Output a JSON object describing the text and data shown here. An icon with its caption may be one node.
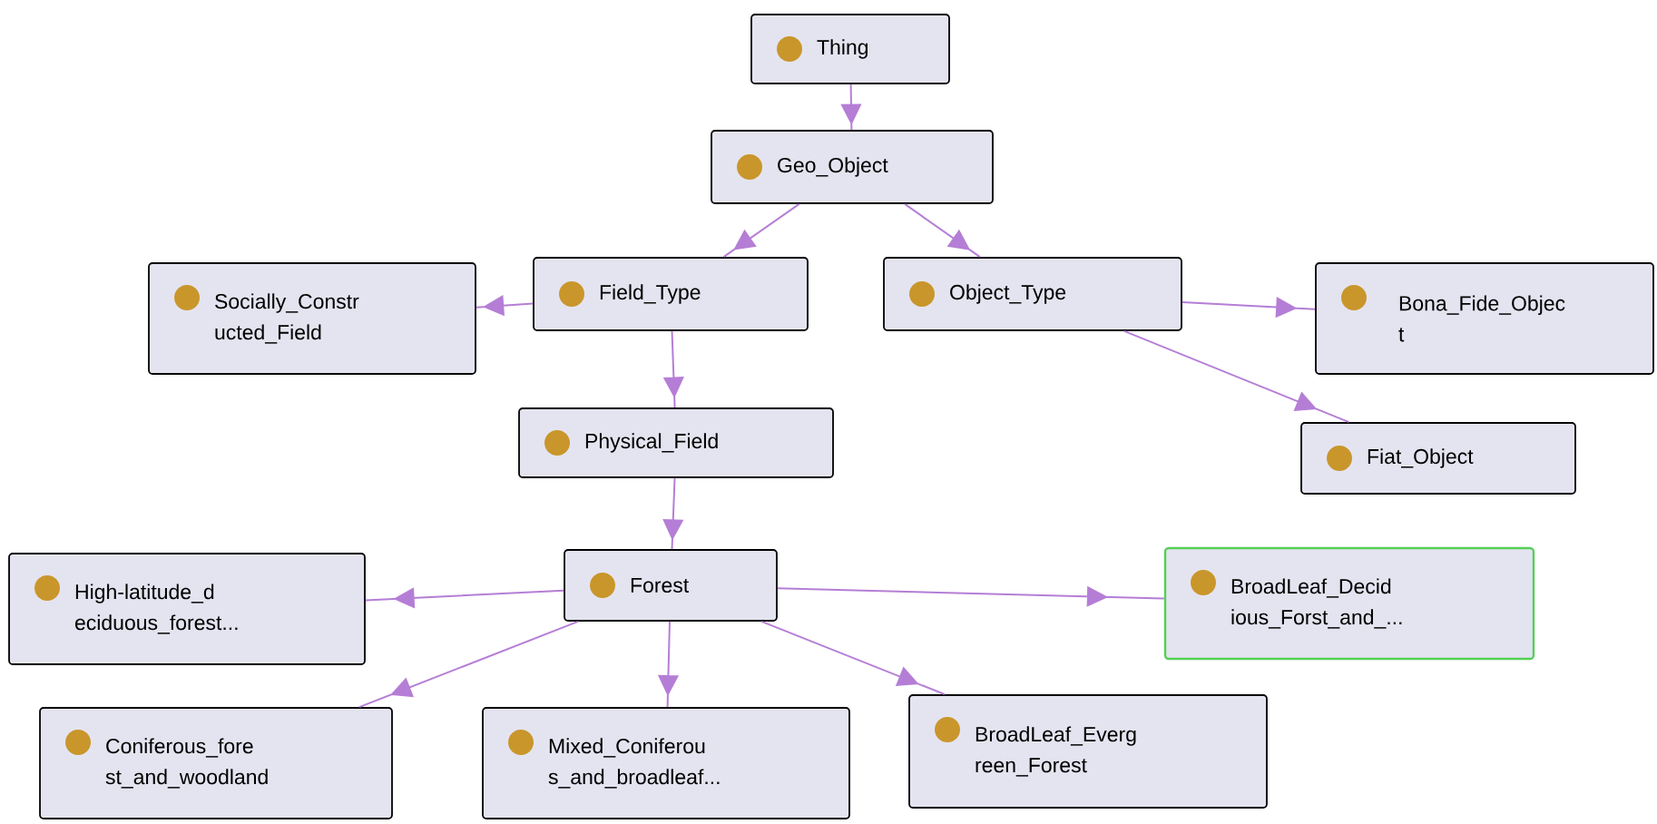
{
  "diagram": {
    "nodes": [
      {
        "text": [
          "Thing"
        ]
      },
      {
        "text": [
          "Geo_Object"
        ]
      },
      {
        "text": [
          "Socially_Constr ucted_Field"
        ]
      },
      {
        "text": [
          "Field_Type"
        ]
      },
      {
        "text": [
          "Object_Type"
        ]
      },
      {
        "text": [
          "Bona_Fide_Objec t"
        ]
      },
      {
        "text": [
          "Physical_Field"
        ]
      },
      {
        "text": [
          "Fiat_Object"
        ]
      },
      {
        "text": [
          "Forest"
        ]
      },
      {
        "text": [
          "High-latitude_d eciduous_forest..."
        ]
      },
      {
        "text": [
          "BroadLeaf_Decid ious_Forst_and_..."
        ]
      },
      {
        "text": [
          "Coniferous_fore st_and_woodland"
        ]
      },
      {
        "text": [
          "Mixed_Coniferou s_and_broadleaf..."
        ]
      },
      {
        "text": [
          "BroadLeaf_Everg reen_Forest"
        ]
      }
    ],
    "edges": [
      {
        "from": 0,
        "to": 1,
        "arrow": "to"
      },
      {
        "from": 1,
        "to": 3,
        "arrow": "to"
      },
      {
        "from": 1,
        "to": 4,
        "arrow": "to"
      },
      {
        "from": 3,
        "to": 2,
        "arrow": "to"
      },
      {
        "from": 3,
        "to": 6,
        "arrow": "to"
      },
      {
        "from": 4,
        "to": 5,
        "arrow": "to"
      },
      {
        "from": 4,
        "to": 7,
        "arrow": "to"
      },
      {
        "from": 6,
        "to": 8,
        "arrow": "to"
      },
      {
        "from": 8,
        "to": 9,
        "arrow": "to"
      },
      {
        "from": 8,
        "to": 10,
        "arrow": "to"
      },
      {
        "from": 8,
        "to": 11,
        "arrow": "to"
      },
      {
        "from": 8,
        "to": 12,
        "arrow": "to"
      },
      {
        "from": 8,
        "to": 13,
        "arrow": "to"
      }
    ]
  }
}
